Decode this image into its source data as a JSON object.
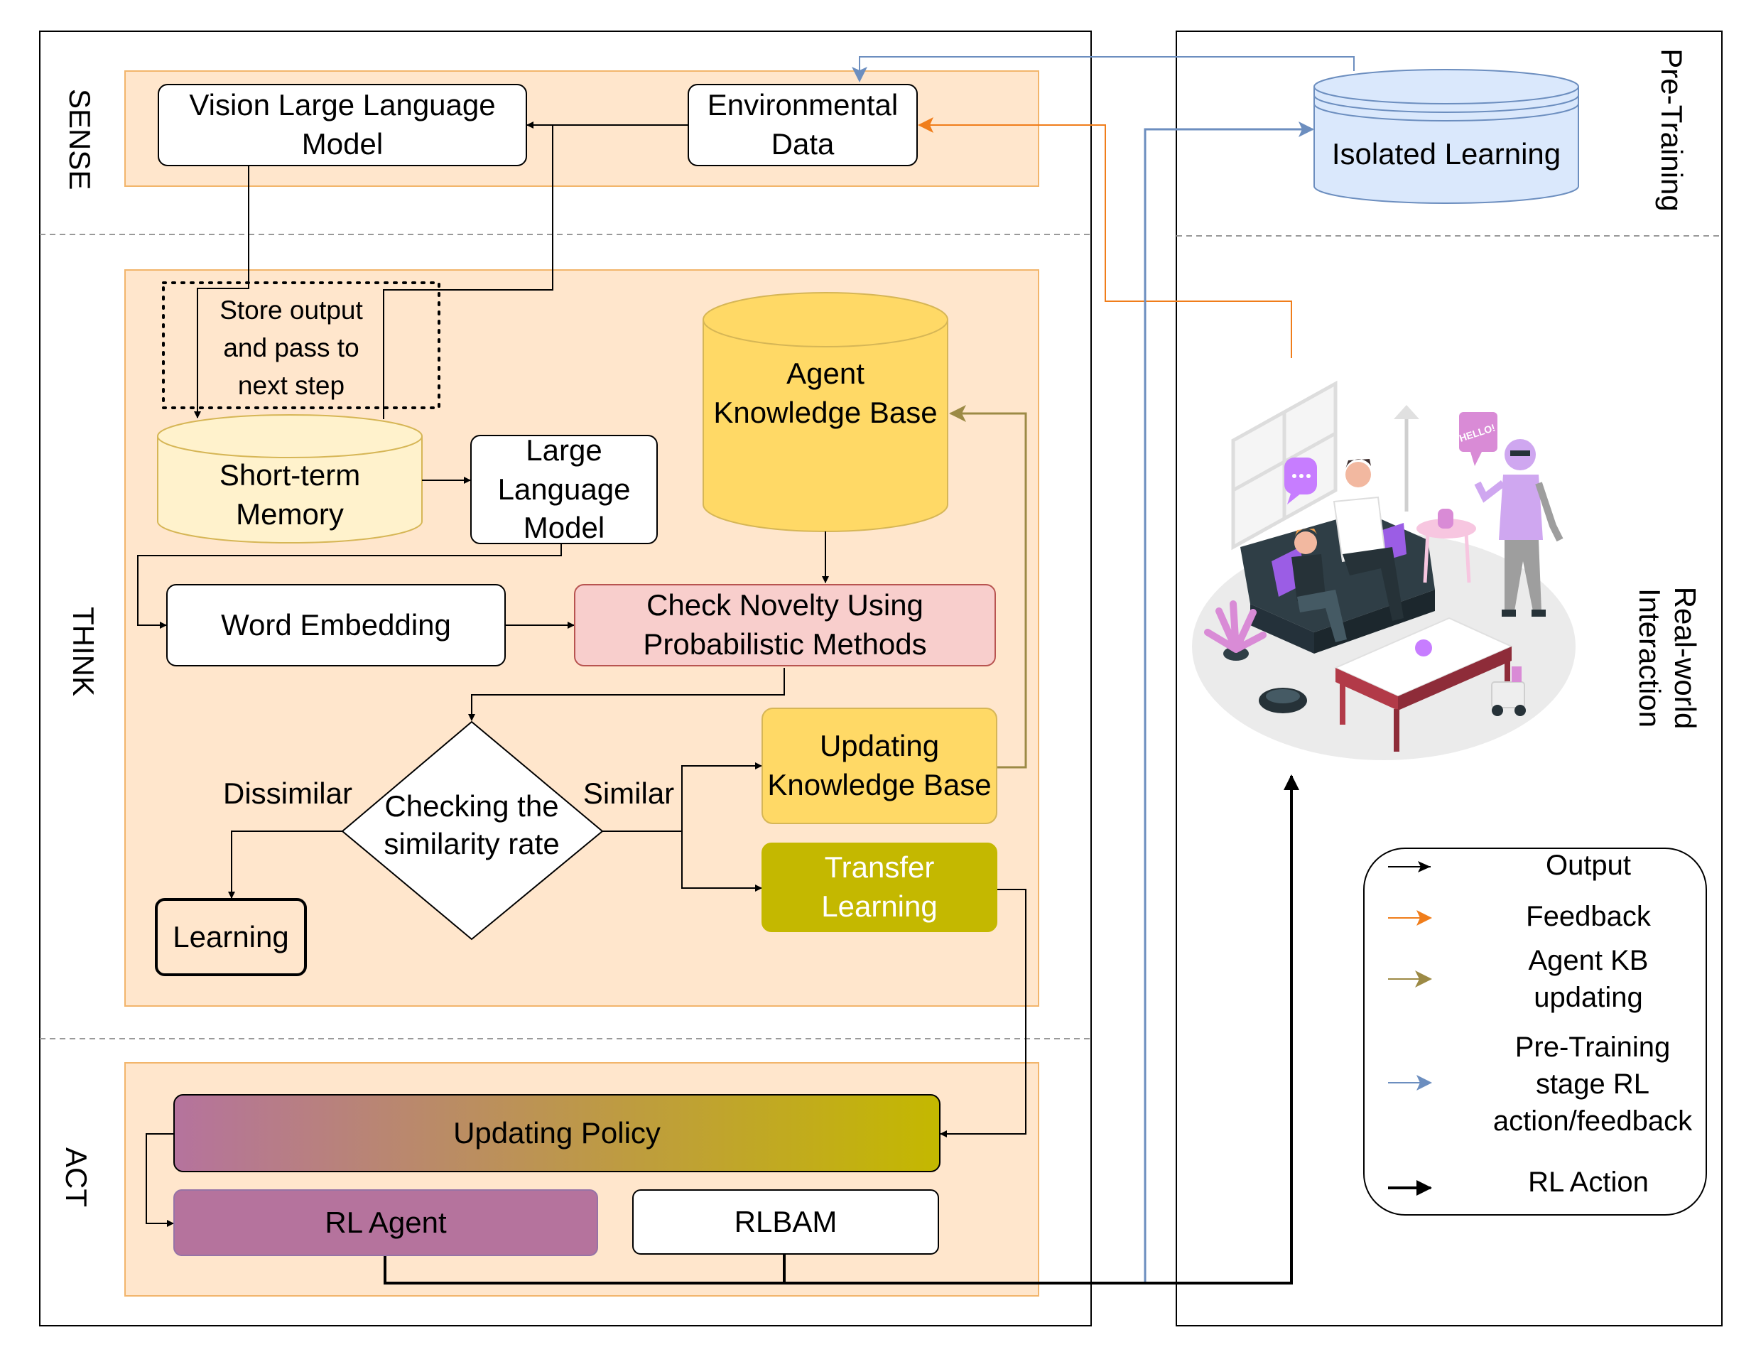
{
  "stages": {
    "sense": "SENSE",
    "think": "THINK",
    "act": "ACT",
    "pre_training": "Pre-Training",
    "real_world": "Real-world Interaction"
  },
  "sense": {
    "vision_llm": "Vision Large Language Model",
    "environmental_data": "Environmental Data"
  },
  "isolated_learning": "Isolated Learning",
  "think": {
    "store_output": "Store output and pass to next step",
    "short_term_memory": "Short-term Memory",
    "llm": "Large Language Model",
    "agent_kb": "Agent Knowledge Base",
    "word_embedding": "Word Embedding",
    "check_novelty": "Check Novelty Using Probabilistic Methods",
    "similarity": "Checking the similarity rate",
    "dissimilar": "Dissimilar",
    "similar": "Similar",
    "learning": "Learning",
    "updating_kb": "Updating Knowledge Base",
    "transfer_learning": "Transfer Learning"
  },
  "act": {
    "updating_policy": "Updating Policy",
    "rl_agent": "RL Agent",
    "rlbam": "RLBAM"
  },
  "illustration": {
    "speech_bubble": "HELLO!"
  },
  "legend": [
    {
      "label": "Output",
      "color": "#000000"
    },
    {
      "label": "Feedback",
      "color": "#f07d1a"
    },
    {
      "label": "Agent KB updating",
      "color": "#9c8a45"
    },
    {
      "label": "Pre-Training stage RL action/feedback",
      "color": "#6c8ebf"
    },
    {
      "label": "RL Action",
      "color": "#000000"
    }
  ],
  "colors": {
    "panel_fill": "#ffe6cc",
    "panel_stroke": "#f2b56b",
    "memory_fill": "#fff2cc",
    "kb_fill": "#ffd966",
    "novelty_fill": "#f8cecc",
    "transfer_fill": "#c4b800",
    "rl_agent_fill": "#b5739d",
    "isolated_fill": "#dae8fc",
    "blue_line": "#6c8ebf",
    "orange_line": "#f07d1a",
    "olive_line": "#9c8a45"
  }
}
